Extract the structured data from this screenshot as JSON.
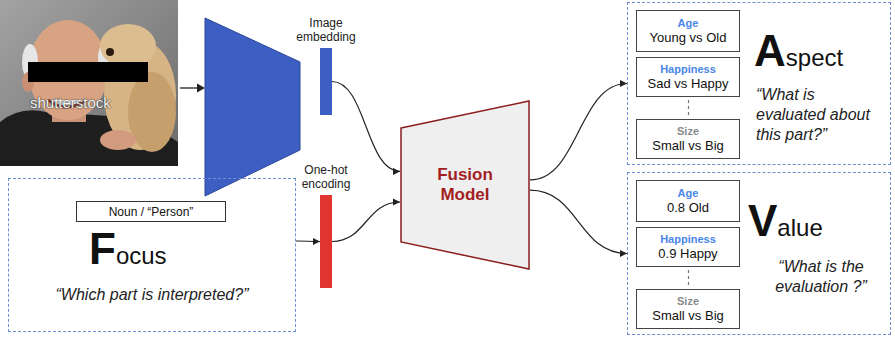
{
  "diagram": {
    "nodes": [
      {
        "text": [
          "Image embedding"
        ]
      },
      {
        "text": [
          "One-hot encoding"
        ]
      },
      {
        "text": [
          "Focus",
          "“Which part is interpreted?”"
        ]
      },
      {
        "text": [
          "Noun / “Person”"
        ],
        "in": 2
      },
      {
        "text": [
          "Fusion Model"
        ]
      },
      {
        "text": [
          "Aspect",
          "“What is evaluated about this part?”"
        ]
      },
      {
        "text": [
          "Age",
          "Young vs Old"
        ],
        "in": 5
      },
      {
        "text": [
          "Happiness",
          "Sad vs Happy"
        ],
        "in": 5
      },
      {
        "text": [
          "Size",
          "Small vs Big"
        ],
        "in": 5
      },
      {
        "text": [
          "Value",
          "“What is the evaluation ?”"
        ]
      },
      {
        "text": [
          "Age",
          "0.8 Old"
        ],
        "in": 9
      },
      {
        "text": [
          "Happiness",
          "0.9 Happy"
        ],
        "in": 9
      },
      {
        "text": [
          "Size",
          "Small vs Big"
        ],
        "in": 9
      }
    ],
    "edges": [
      {
        "from": 0,
        "to": 4,
        "arrow": "to"
      },
      {
        "from": 1,
        "to": 4,
        "arrow": "to"
      },
      {
        "from": 2,
        "to": 1,
        "arrow": "to"
      },
      {
        "from": 4,
        "to": 5,
        "arrow": "to"
      },
      {
        "from": 4,
        "to": 9,
        "arrow": "to"
      }
    ],
    "labels": [
      "shutterstock"
    ]
  }
}
